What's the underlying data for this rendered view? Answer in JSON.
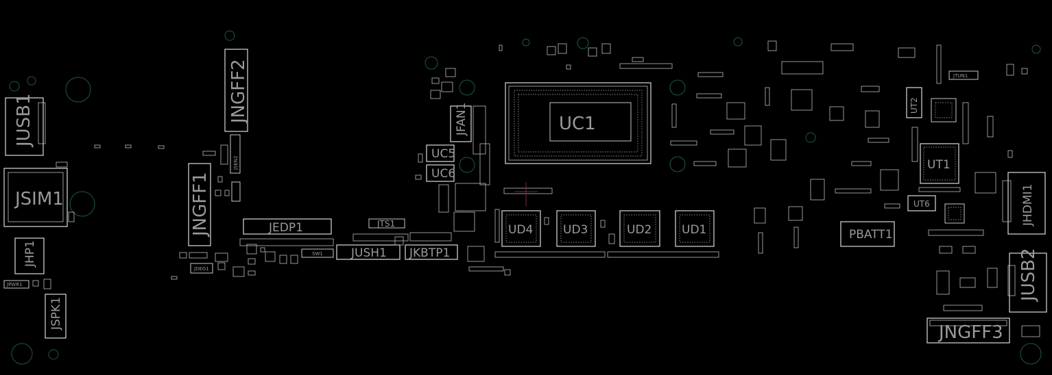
{
  "board": {
    "labels": {
      "uc1": "UC1",
      "jusb1": "JUSB1",
      "jsim1": "JSIM1",
      "jhp1": "JHP1",
      "jspk1": "JSPK1",
      "jpwr1": "JPWR1",
      "jngff2": "JNGFF2",
      "jngff1": "JNGFF1",
      "jsen2": "JSEN2",
      "jedp1": "JEDP1",
      "jdeg1": "JDEG1",
      "jts1": "JTS1",
      "sw1": "SW1",
      "jush1": "JUSH1",
      "jkbtp1": "JKBTP1",
      "jfan1": "JFAN1",
      "uc5": "UC5",
      "uc6": "UC6",
      "ud4": "UD4",
      "ud3": "UD3",
      "ud2": "UD2",
      "ud1": "UD1",
      "ut1": "UT1",
      "ut2": "UT2",
      "ut6": "UT6",
      "jtun1": "JTUN1",
      "pbatt1": "PBATT1",
      "jhdmi1": "JHDMI1",
      "jusb2": "JUSB2",
      "jngff3": "JNGFF3"
    }
  }
}
